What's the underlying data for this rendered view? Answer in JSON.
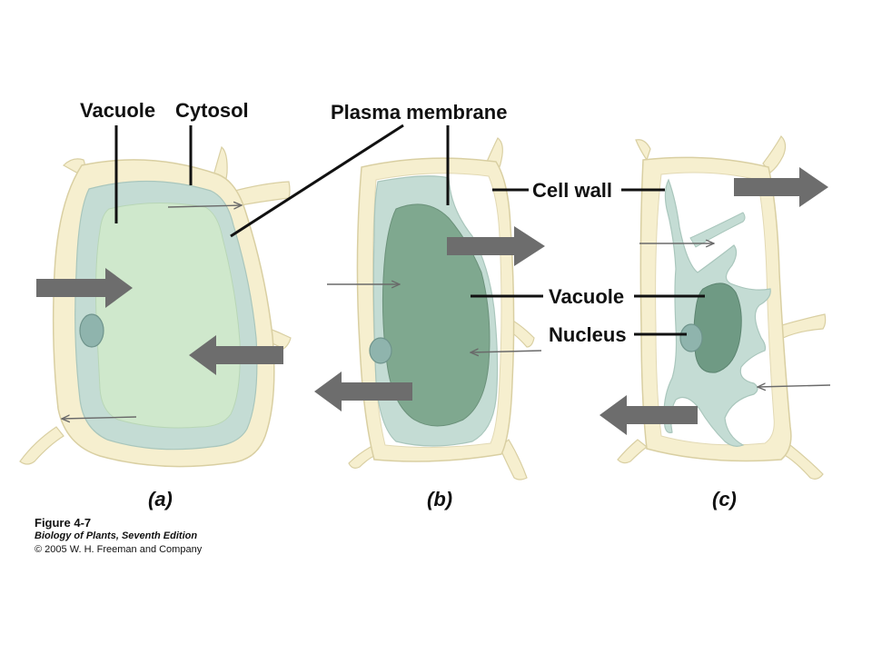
{
  "labels": {
    "vacuole_top": "Vacuole",
    "cytosol": "Cytosol",
    "plasma_membrane": "Plasma membrane",
    "cell_wall": "Cell wall",
    "vacuole_c": "Vacuole",
    "nucleus": "Nucleus"
  },
  "panels": {
    "a": "(a)",
    "b": "(b)",
    "c": "(c)"
  },
  "caption": {
    "figure_number": "Figure 4-7",
    "book": "Biology of Plants, Seventh Edition",
    "copyright": "© 2005 W. H. Freeman and Company"
  },
  "colors": {
    "cell_wall": "#f6efcf",
    "cell_wall_edge": "#d9cfa2",
    "cytosol": "#c4dcd4",
    "vacuole_a": "#cfe8cc",
    "vacuole_b": "#7fa88f",
    "vacuole_c": "#6f9a84",
    "nucleus": "#8fb4ad",
    "big_arrow": "#6d6d6d",
    "thin_arrow": "#6a6a6a",
    "leader_line": "#111111"
  }
}
